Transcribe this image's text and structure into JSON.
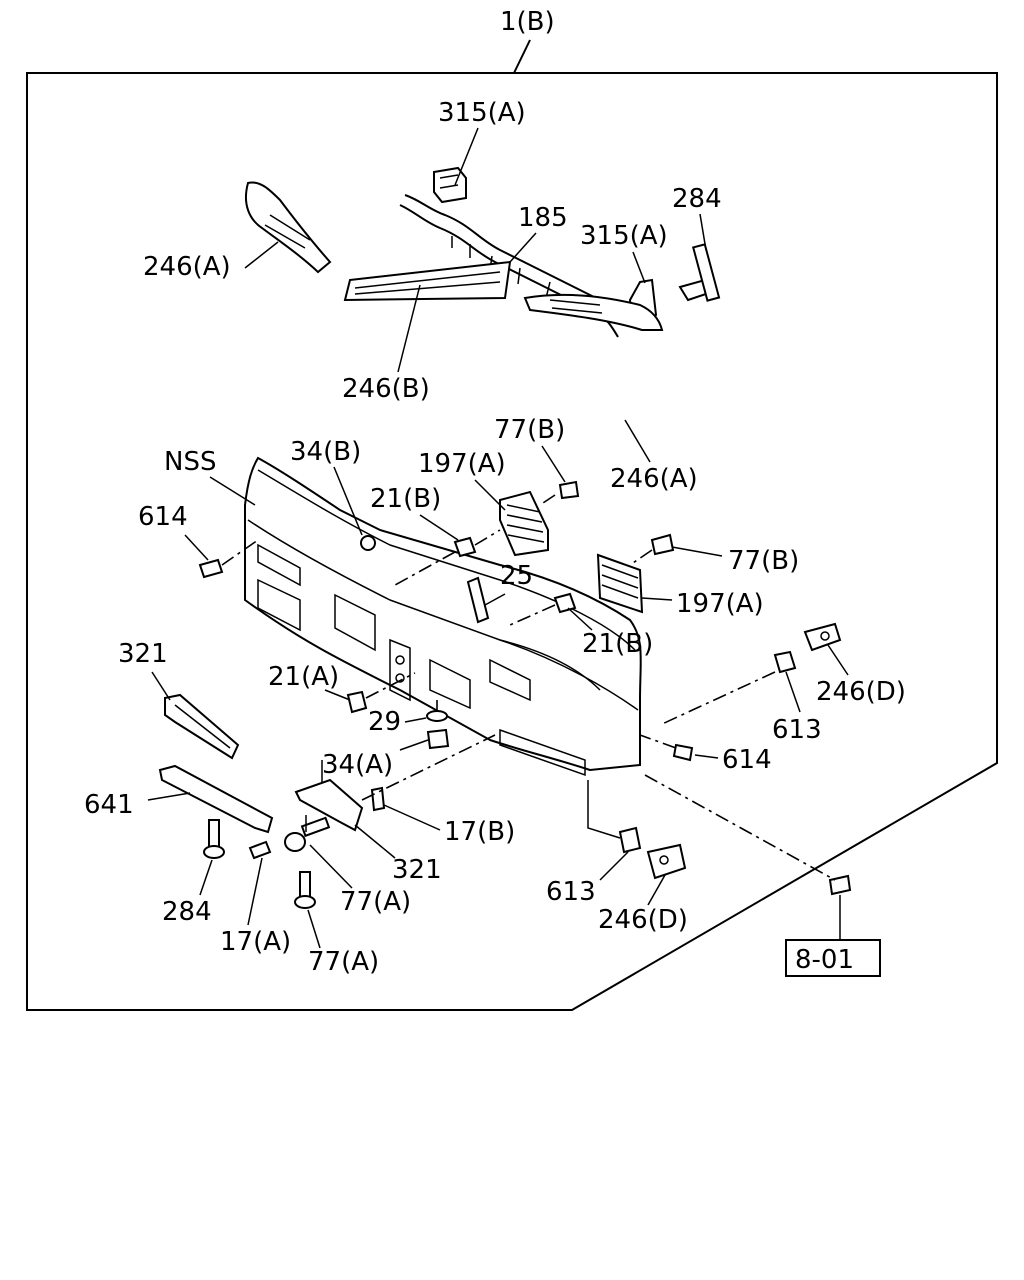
{
  "assembly_label": "1(B)",
  "ref_box": "8-01",
  "labels": {
    "l_315a_top": "315(A)",
    "l_185": "185",
    "l_315a_right": "315(A)",
    "l_284_top": "284",
    "l_246a_left": "246(A)",
    "l_246b": "246(B)",
    "l_246a_right": "246(A)",
    "l_nss": "NSS",
    "l_34b": "34(B)",
    "l_77b_top": "77(B)",
    "l_197a_top": "197(A)",
    "l_21b_top": "21(B)",
    "l_614_left": "614",
    "l_77b_right": "77(B)",
    "l_25": "25",
    "l_197a_right": "197(A)",
    "l_21b_right": "21(B)",
    "l_321_top": "321",
    "l_21a": "21(A)",
    "l_246d_right": "246(D)",
    "l_29": "29",
    "l_613_right": "613",
    "l_614_right": "614",
    "l_34a": "34(A)",
    "l_641": "641",
    "l_17b": "17(B)",
    "l_321_bottom": "321",
    "l_77a_mid": "77(A)",
    "l_284_bottom": "284",
    "l_613_bottom": "613",
    "l_246d_bottom": "246(D)",
    "l_17a": "17(A)",
    "l_77a_bottom": "77(A)"
  }
}
